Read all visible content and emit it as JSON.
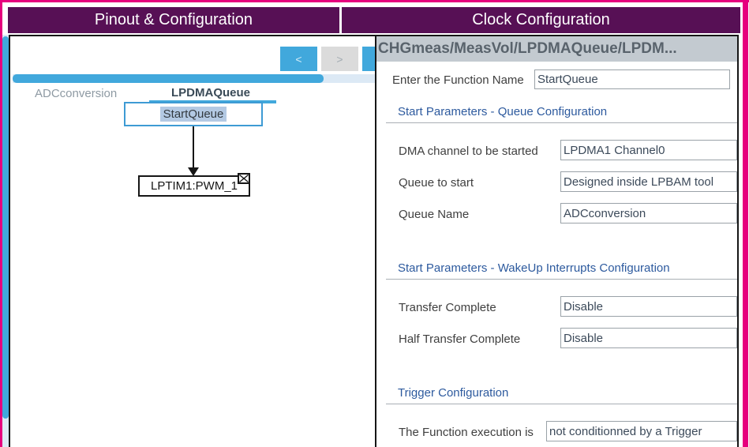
{
  "colors": {
    "accent_pink": "#e6007e",
    "header_purple": "#571055",
    "accent_blue": "#41a8dc"
  },
  "header": {
    "pinout_tab": "Pinout & Configuration",
    "clock_tab": "Clock Configuration"
  },
  "left_panel": {
    "tabs": [
      {
        "label": "ADCconversion",
        "active": false
      },
      {
        "label": "LPDMAQueue",
        "active": true
      }
    ],
    "nav": {
      "prev": "<",
      "next": ">"
    },
    "diagram": {
      "start_node": "StartQueue",
      "target_node": "LPTIM1:PWM_1",
      "close_icon": "boxed-x"
    }
  },
  "right_panel": {
    "title": "CHGmeas/MeasVol/LPDMAQueue/LPDM...",
    "function_name": {
      "label": "Enter the Function Name",
      "value": "StartQueue"
    },
    "sections": [
      {
        "title": "Start Parameters - Queue Configuration",
        "fields": [
          {
            "label": "DMA channel to be started",
            "value": "LPDMA1 Channel0"
          },
          {
            "label": "Queue to start",
            "value": "Designed inside LPBAM tool"
          },
          {
            "label": "Queue Name",
            "value": "ADCconversion"
          }
        ]
      },
      {
        "title": "Start Parameters - WakeUp Interrupts Configuration",
        "fields": [
          {
            "label": "Transfer Complete",
            "value": "Disable"
          },
          {
            "label": "Half Transfer Complete",
            "value": "Disable"
          }
        ]
      },
      {
        "title": "Trigger Configuration",
        "fields": [
          {
            "label": "The Function execution is",
            "value": "not conditionned by a Trigger"
          }
        ]
      }
    ]
  }
}
